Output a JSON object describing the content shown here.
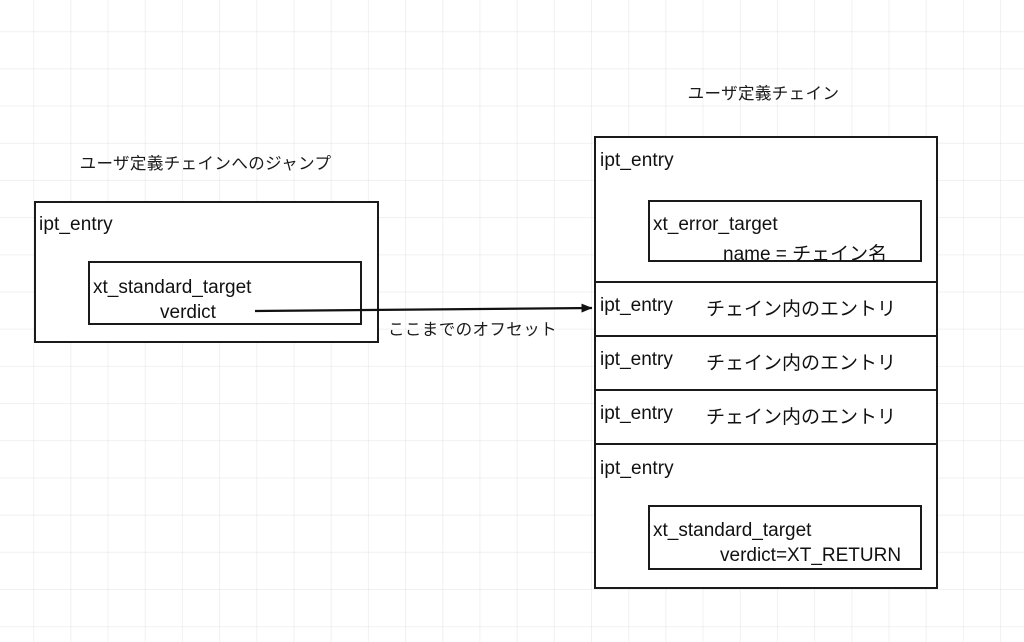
{
  "captions": {
    "left_title": "ユーザ定義チェインへのジャンプ",
    "right_title": "ユーザ定義チェイン",
    "offset_label": "ここまでのオフセット"
  },
  "left_entry": {
    "struct": "ipt_entry",
    "target": {
      "struct": "xt_standard_target",
      "field": "verdict"
    }
  },
  "chain": {
    "head_entry": {
      "struct": "ipt_entry",
      "target": {
        "struct": "xt_error_target",
        "field": "name = チェイン名"
      }
    },
    "rows": [
      {
        "struct": "ipt_entry",
        "note": "チェイン内のエントリ"
      },
      {
        "struct": "ipt_entry",
        "note": "チェイン内のエントリ"
      },
      {
        "struct": "ipt_entry",
        "note": "チェイン内のエントリ"
      }
    ],
    "tail_entry": {
      "struct": "ipt_entry",
      "target": {
        "struct": "xt_standard_target",
        "field": "verdict=XT_RETURN"
      }
    }
  },
  "colors": {
    "stroke": "#1a1a1a",
    "text": "#111111",
    "background": "#ffffff",
    "grid": "#e9e9e9"
  }
}
